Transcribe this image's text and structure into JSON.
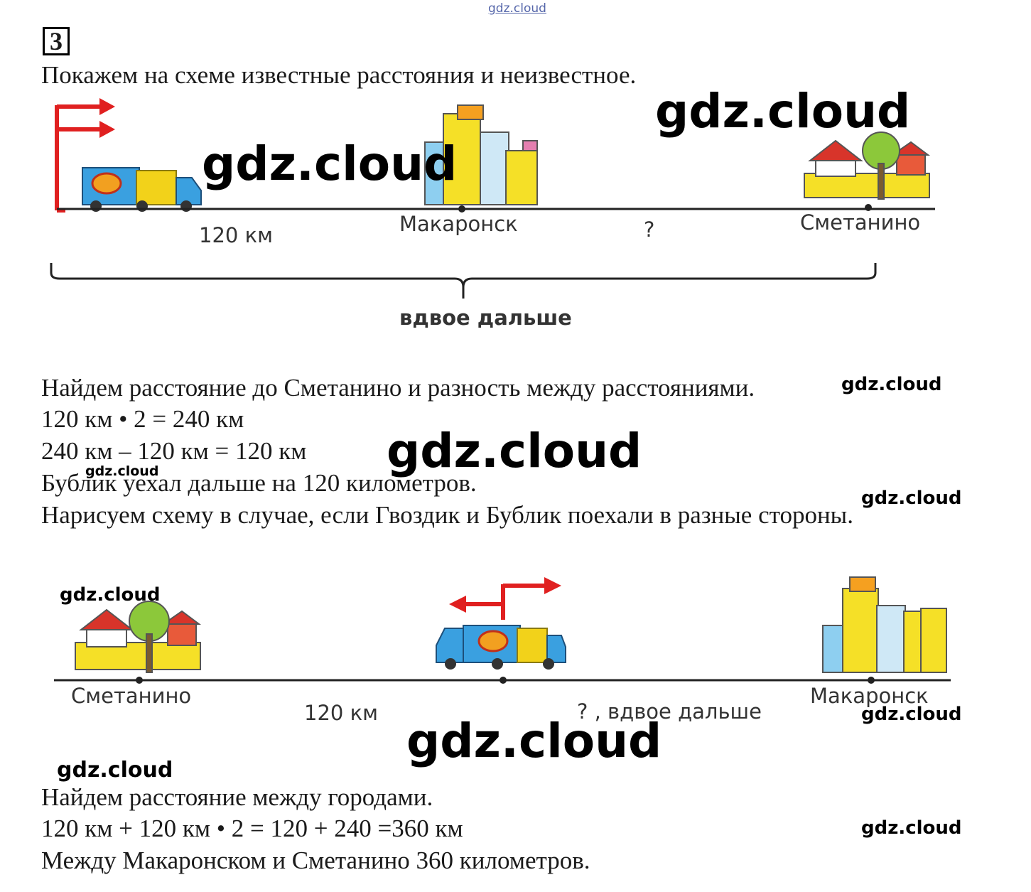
{
  "watermark": "gdz.cloud",
  "task_number": "3",
  "intro": "Покажем на схеме известные расстояния и неизвестное.",
  "diagram1": {
    "distance1": "120 км",
    "city_a": "Макаронск",
    "unknown": "?",
    "city_b": "Сметанино",
    "brace_label": "вдвое дальше"
  },
  "solution1": {
    "line1": "Найдем расстояние до Сметанино и разность между расстояниями.",
    "line2": "120 км • 2 = 240 км",
    "line3": "240 км – 120 км = 120 км",
    "line4": "Бублик уехал дальше на 120 километров.",
    "line5": "Нарисуем схему в случае, если Гвоздик и Бублик поехали в разные стороны."
  },
  "diagram2": {
    "city_left": "Сметанино",
    "distance1": "120 км",
    "unknown": "? , вдвое дальше",
    "city_right": "Макаронск"
  },
  "solution2": {
    "line1": "Найдем расстояние между городами.",
    "line2": "120 км + 120 км • 2 = 120 + 240 =360 км",
    "line3": "Между Макаронском и Сметанино 360 километров."
  },
  "colors": {
    "arrow": "#e02020",
    "truck_blue": "#3aa0e0",
    "truck_yellow": "#f2d21a",
    "building_yellow": "#f5e027",
    "roof_red": "#d8342a",
    "tree_green": "#8cc83a"
  },
  "icons": [
    "truck-icon",
    "city-buildings-icon",
    "village-house-icon",
    "direction-arrow-icon"
  ]
}
